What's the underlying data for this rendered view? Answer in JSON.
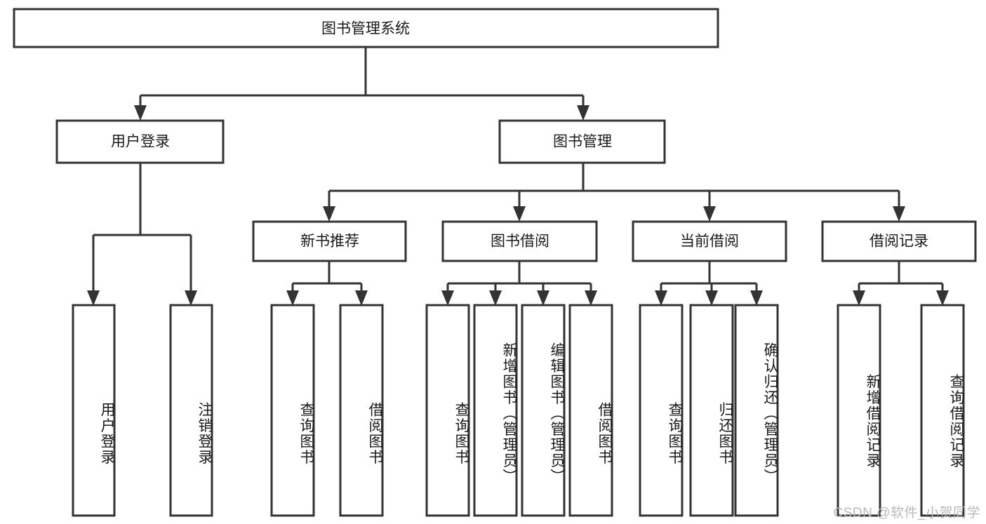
{
  "diagram": {
    "title": "图书管理系统",
    "type": "hierarchy-tree",
    "root": {
      "id": "root",
      "label": "图书管理系统",
      "orientation": "horizontal"
    },
    "level2": [
      {
        "id": "user-login",
        "label": "用户登录",
        "orientation": "horizontal"
      },
      {
        "id": "book-management",
        "label": "图书管理",
        "orientation": "horizontal"
      }
    ],
    "level3": [
      {
        "id": "new-book-recommend",
        "label": "新书推荐",
        "orientation": "horizontal",
        "parent": "book-management"
      },
      {
        "id": "book-borrow",
        "label": "图书借阅",
        "orientation": "horizontal",
        "parent": "book-management"
      },
      {
        "id": "current-borrow",
        "label": "当前借阅",
        "orientation": "horizontal",
        "parent": "book-management"
      },
      {
        "id": "borrow-record",
        "label": "借阅记录",
        "orientation": "horizontal",
        "parent": "book-management"
      }
    ],
    "leaves": [
      {
        "id": "leaf-user-login",
        "label": "用户登录",
        "orientation": "vertical",
        "parent": "user-login"
      },
      {
        "id": "leaf-logout",
        "label": "注销登录",
        "orientation": "vertical",
        "parent": "user-login"
      },
      {
        "id": "leaf-query-book-1",
        "label": "查询图书",
        "orientation": "vertical",
        "parent": "new-book-recommend"
      },
      {
        "id": "leaf-borrow-book-1",
        "label": "借阅图书",
        "orientation": "vertical",
        "parent": "new-book-recommend"
      },
      {
        "id": "leaf-query-book-2",
        "label": "查询图书",
        "orientation": "vertical",
        "parent": "book-borrow"
      },
      {
        "id": "leaf-add-book",
        "label": "新增图书（管理员）",
        "orientation": "vertical",
        "parent": "book-borrow"
      },
      {
        "id": "leaf-edit-book",
        "label": "编辑图书（管理员）",
        "orientation": "vertical",
        "parent": "book-borrow"
      },
      {
        "id": "leaf-borrow-book-2",
        "label": "借阅图书",
        "orientation": "vertical",
        "parent": "book-borrow"
      },
      {
        "id": "leaf-query-book-3",
        "label": "查询图书",
        "orientation": "vertical",
        "parent": "current-borrow"
      },
      {
        "id": "leaf-return-book",
        "label": "归还图书",
        "orientation": "vertical",
        "parent": "current-borrow"
      },
      {
        "id": "leaf-confirm-return",
        "label": "确认归还（管理员）",
        "orientation": "vertical",
        "parent": "current-borrow"
      },
      {
        "id": "leaf-add-record",
        "label": "新增借阅记录",
        "orientation": "vertical",
        "parent": "borrow-record"
      },
      {
        "id": "leaf-query-record",
        "label": "查询借阅记录",
        "orientation": "vertical",
        "parent": "borrow-record"
      }
    ],
    "colors": {
      "box_stroke": "#333333",
      "box_fill": "#ffffff",
      "text": "#1a1a1a",
      "connector": "#333333",
      "watermark": "#b9b9b9",
      "background": "#ffffff"
    }
  },
  "watermark": {
    "text": "CSDN @软件_小贺同学"
  }
}
